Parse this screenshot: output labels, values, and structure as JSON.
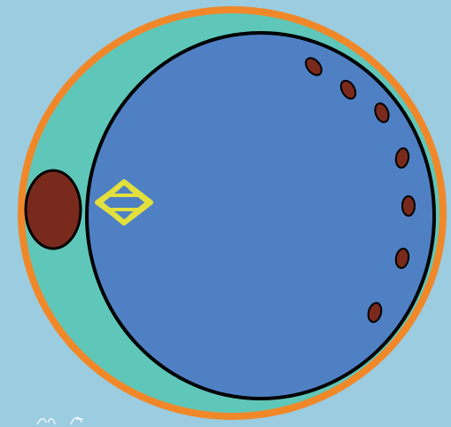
{
  "diagram": {
    "colors": {
      "background": "#9ccce0",
      "outer_ring": "#f0882a",
      "cytoplasm": "#5fc7b9",
      "vacuole": "#4f80c4",
      "nucleus": "#7a2a1d",
      "outline": "#000000",
      "vesicles": "#7a2a1d",
      "golgi": "#e3e03d"
    },
    "structures": [
      {
        "id": "outer-ring",
        "kind": "cell-membrane"
      },
      {
        "id": "cytoplasm",
        "kind": "cytoplasm-crescent"
      },
      {
        "id": "vacuole",
        "kind": "large-vacuole"
      },
      {
        "id": "nucleus",
        "kind": "nucleus"
      },
      {
        "id": "golgi",
        "kind": "golgi-body"
      }
    ],
    "vesicle_count": 7,
    "icons": {
      "corner_mark": "small-decorative-scribble-icon"
    }
  }
}
